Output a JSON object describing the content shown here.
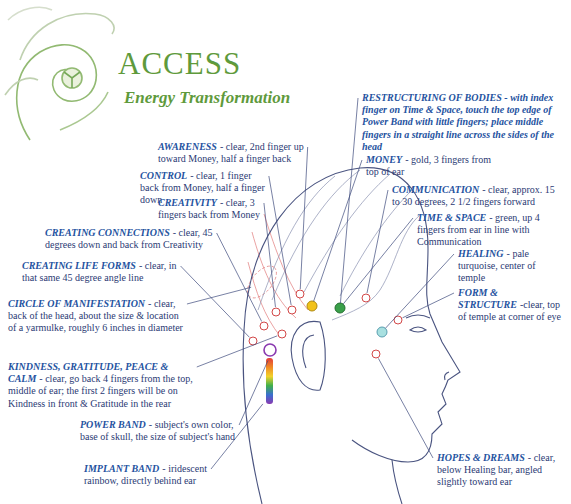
{
  "diagram": {
    "title": "ACCESS",
    "labels": [
      "Energy Transformation",
      "RESTRUCTURING OF BODIES - with index finger on Time & Space, touch the top edge of Power Band with little fingers; place middle fingers in a straight line across the sides of the head",
      "AWARENESS",
      "- clear, 2nd finger up toward Money, half a finger back",
      "MONEY",
      "- gold, 3 fingers from top of ear",
      "COMMUNICATION",
      "- clear, approx. 15 to 30 degrees, 2 1/2 fingers forward",
      "CONTROL",
      "- clear, 1 finger back from Money, half a finger down",
      "CREATIVITY",
      "- clear, 3 fingers back from Money",
      "TIME & SPACE",
      "- green, up 4 fingers from ear in line with Communication",
      "CREATING CONNECTIONS",
      "- clear, 45 degrees down and back from Creativity",
      "HEALING",
      "- pale turquoise, center of temple",
      "CREATING LIFE FORMS",
      "- clear, in that same 45 degree angle line",
      "FORM & STRUCTURE",
      "-clear, top of temple at corner of eye",
      "CIRCLE OF MANIFESTATION",
      "- clear, back of the head, about the size & location of a yarmulke, roughly 6 inches in diameter",
      "KINDNESS, GRATITUDE, PEACE & CALM",
      "- clear, go back 4 fingers from the top, middle of ear; the first 2 fingers will be on Kindness in front & Gratitude in the rear",
      "POWER BAND",
      "- subject's own color, base of skull, the size of subject's hand",
      "HOPES & DREAMS",
      "- clear, below Healing bar, angled slightly toward ear",
      "IMPLANT BAND",
      "- iridescent rainbow, directly behind ear"
    ]
  }
}
